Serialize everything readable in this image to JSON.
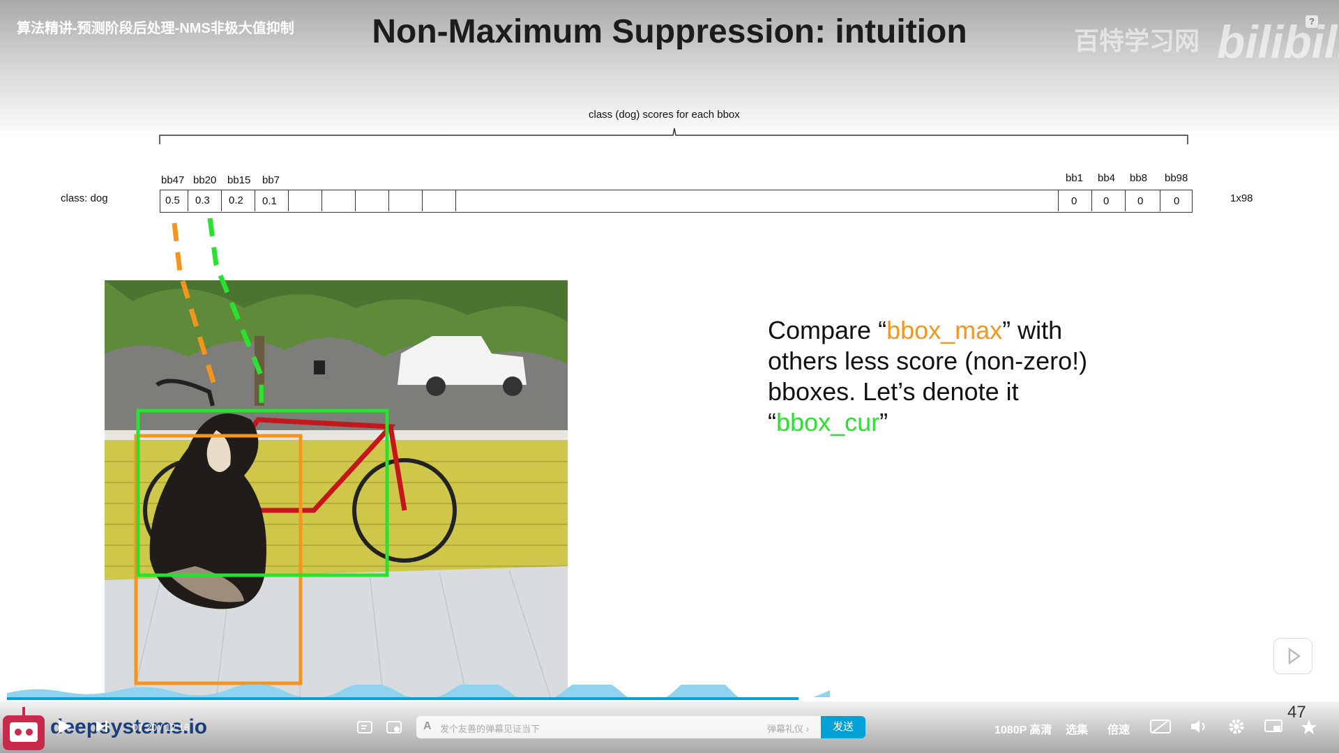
{
  "video": {
    "title": "算法精讲-预测阶段后处理-NMS非极大值抑制",
    "watermark_logo": "百特学习网",
    "watermark_brand": "bilibili"
  },
  "slide": {
    "title": "Non-Maximum Suppression: intuition",
    "brace_label": "class (dog) scores for each bbox",
    "row_label": "class: dog",
    "shape_label": "1x98",
    "left_cells": [
      {
        "name": "bb47",
        "score": "0.5"
      },
      {
        "name": "bb20",
        "score": "0.3"
      },
      {
        "name": "bb15",
        "score": "0.2"
      },
      {
        "name": "bb7",
        "score": "0.1"
      }
    ],
    "right_cells": [
      {
        "name": "bb1",
        "score": "0"
      },
      {
        "name": "bb4",
        "score": "0"
      },
      {
        "name": "bb8",
        "score": "0"
      },
      {
        "name": "bb98",
        "score": "0"
      }
    ],
    "text_line1_a": "Compare “",
    "text_bbox_max": "bbox_max",
    "text_line1_b": "” with",
    "text_line2": "others less score (non-zero!)",
    "text_line3": "bboxes. Let’s denote it",
    "text_line4_a": "“",
    "text_bbox_cur": "bbox_cur",
    "text_line4_b": "”",
    "colors": {
      "orange": "#f7941d",
      "green": "#27e22f",
      "progress": "#00a1d6"
    }
  },
  "player": {
    "time": "07:20 / 12:18",
    "channel_logo_text": "deepsystems.io",
    "danmaku_placeholder": "发个友善的弹幕见证当下",
    "danmaku_etiquette": "弹幕礼仪 ›",
    "send_label": "发送",
    "quality": "1080P 高清",
    "episodes": "选集",
    "speed": "倍速",
    "page_number": "47",
    "progress_fraction": 0.596,
    "icons": [
      "play-icon",
      "next-icon",
      "danmaku-toggle-icon",
      "danmaku-settings-icon",
      "subtitle-icon",
      "volume-icon",
      "settings-icon",
      "pip-icon",
      "fullscreen-icon"
    ]
  }
}
